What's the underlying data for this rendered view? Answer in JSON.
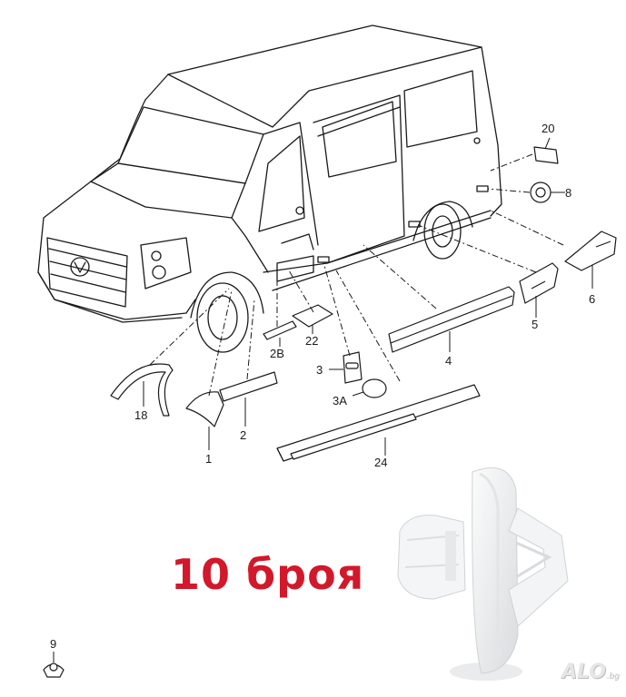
{
  "diagram": {
    "callouts": {
      "c1": "1",
      "c2": "2",
      "c2b": "2B",
      "c3": "3",
      "c3a": "3A",
      "c4": "4",
      "c5": "5",
      "c6": "6",
      "c8": "8",
      "c9": "9",
      "c18": "18",
      "c20": "20",
      "c22": "22",
      "c24": "24"
    },
    "line_color": "#1a1a1a"
  },
  "promo": {
    "quantity_text": "10 броя",
    "quantity_color": "#d2182a"
  },
  "watermark": {
    "brand": "ALO",
    "suffix": ".bg"
  },
  "product_photo": {
    "subject": "white plastic clip",
    "color": "#f1f3f4"
  }
}
